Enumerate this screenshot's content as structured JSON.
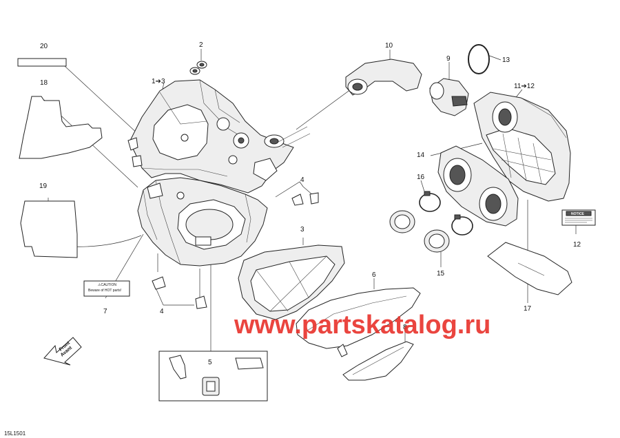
{
  "callouts": {
    "c1": "1➔3",
    "c2": "2",
    "c3": "3",
    "c4a": "4",
    "c4b": "4",
    "c5": "5",
    "c6": "6",
    "c7": "7",
    "c8": "8",
    "c9": "9",
    "c10": "10",
    "c11": "11➔12",
    "c12": "12",
    "c13": "13",
    "c14": "14",
    "c15": "15",
    "c16": "16",
    "c17": "17",
    "c18": "18",
    "c19": "19",
    "c20": "20"
  },
  "caution_label": {
    "heading": "⚠CAUTION",
    "line": "Beware of HOT parts!"
  },
  "notice_label": {
    "heading": "NOTICE"
  },
  "front_arrow": {
    "line1": "Front",
    "line2": "Avant"
  },
  "watermark": "www.partskatalog.ru",
  "figure_code": "15L1501",
  "colors": {
    "watermark": "#e8312a",
    "line": "#222222"
  }
}
